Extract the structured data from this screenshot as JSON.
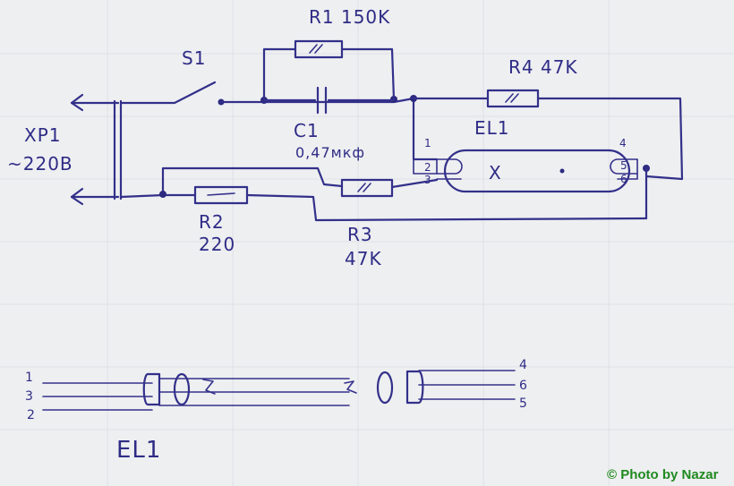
{
  "labels": {
    "r1": "R1  150K",
    "s1": "S1",
    "r4": "R4  47K",
    "xp1": "XP1",
    "mains": "~220B",
    "c1": "C1",
    "c1_value": "0,47мкф",
    "el1_top": "EL1",
    "r2": "R2",
    "r2_value": "220",
    "r3": "R3",
    "r3_value": "47K",
    "lamp_mark": "X",
    "el1_bottom": "EL1",
    "credit": "© Photo by Nazar"
  },
  "pins_top": {
    "p1": "1",
    "p2": "2",
    "p3": "3",
    "p4": "4",
    "p5": "5",
    "p6": "6"
  },
  "pins_bottom": {
    "l1": "1",
    "l3": "3",
    "l2": "2",
    "r4": "4",
    "r6": "6",
    "r5": "5"
  },
  "colors": {
    "ink": "#33308a",
    "paper": "#eeeff1",
    "credit": "#1f8a1f"
  }
}
